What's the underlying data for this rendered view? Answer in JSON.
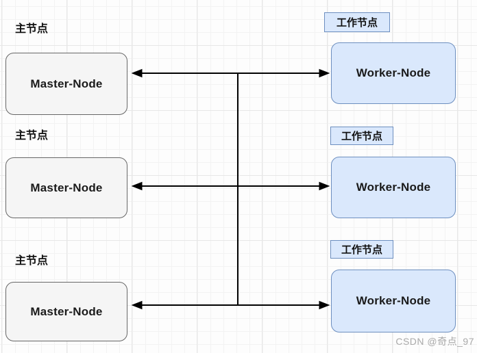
{
  "diagram": {
    "rows": [
      {
        "master_caption": "主节点",
        "master_label": "Master-Node",
        "worker_caption": "工作节点",
        "worker_label": "Worker-Node"
      },
      {
        "master_caption": "主节点",
        "master_label": "Master-Node",
        "worker_caption": "工作节点",
        "worker_label": "Worker-Node"
      },
      {
        "master_caption": "主节点",
        "master_label": "Master-Node",
        "worker_caption": "工作节点",
        "worker_label": "Worker-Node"
      }
    ],
    "colors": {
      "master_fill": "#f5f5f5",
      "master_border": "#666666",
      "worker_fill": "#dae8fc",
      "worker_border": "#6c8ebf",
      "connector": "#000000"
    }
  },
  "watermark": "CSDN @奇点_97"
}
